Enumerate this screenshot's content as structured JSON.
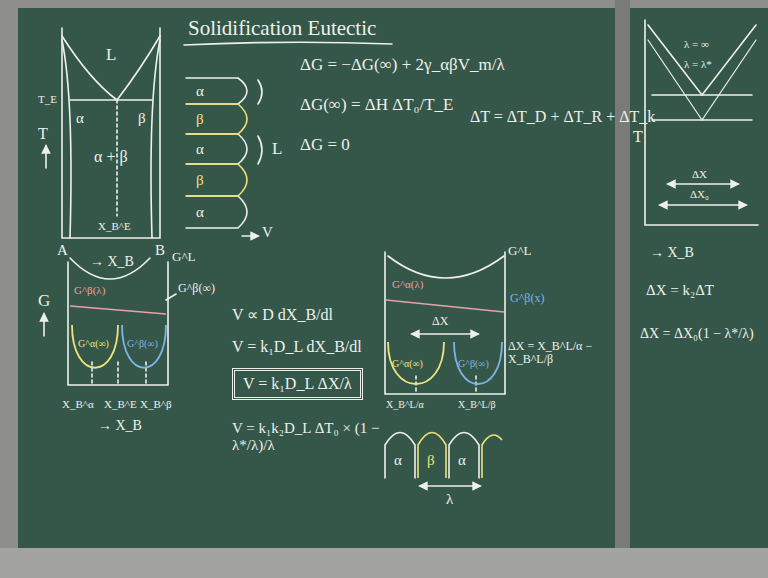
{
  "diagram": {
    "title": "Solidification Eutectic",
    "nodes": [
      {
        "text": [
          "V = k₁D_L ΔX/λ"
        ]
      }
    ],
    "labels": [
      "L",
      "T",
      "T_E",
      "α",
      "α + β",
      "β",
      "A",
      "B",
      "X_B^E",
      "→ X_B",
      "α",
      "β",
      "α",
      "β",
      "α",
      "L",
      "V",
      "ΔG = −ΔG(∞) + 2γ_αβV_m/λ",
      "ΔG(∞) = ΔH ΔT₀/T_E",
      "ΔG = 0",
      "ΔT = ΔT_D + ΔT_R + ΔT_k",
      "G",
      "G^L",
      "G^β(∞)",
      "G^β(λ)",
      "G^α(∞)",
      "G^β(∞)",
      "X_B^α",
      "X_B^E",
      "X_B^β",
      "→ X_B",
      "V ∝ D dX_B/dl",
      "V = k₁D_L dX_B/dl",
      "V = k₁k₂D_L ΔT₀ × (1 − λ*/λ)/λ",
      "G^L",
      "G^β(x)",
      "G^α(λ)",
      "G^α(∞)",
      "G^β(∞)",
      "ΔX",
      "X_B^L/α",
      "X_B^L/β",
      "ΔX = X_B^L/α − X_B^L/β",
      "α",
      "β",
      "α",
      "λ",
      "λ = ∞",
      "λ = λ*",
      "T",
      "ΔX",
      "ΔX₀",
      "→ X_B",
      "ΔX = k₂ΔT",
      "ΔX = ΔX₀(1 − λ*/λ)"
    ]
  }
}
